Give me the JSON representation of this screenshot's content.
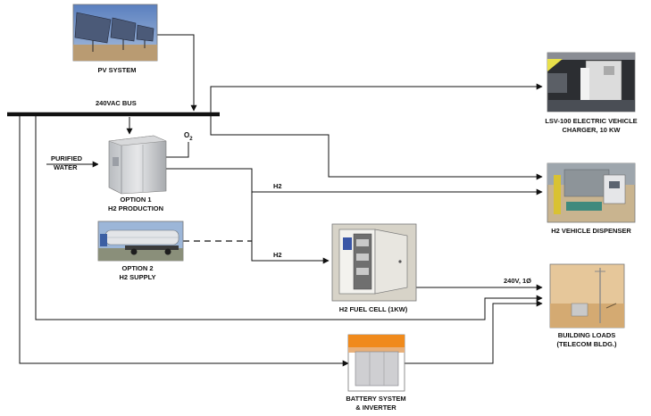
{
  "labels": {
    "pv_system": "PV SYSTEM",
    "bus": "240VAC BUS",
    "purified_water_1": "PURIFIED",
    "purified_water_2": "WATER",
    "o2": "O",
    "o2_sub": "2",
    "option1_line1": "OPTION 1",
    "option1_line2": "H2 PRODUCTION",
    "option2_line1": "OPTION 2",
    "option2_line2": "H2 SUPPLY",
    "h2_top": "H2",
    "h2_mid": "H2",
    "fuel_cell": "H2 FUEL CELL (1KW)",
    "ev_charger_line1": "LSV-100 ELECTRIC VEHICLE",
    "ev_charger_line2": "CHARGER, 10 KW",
    "h2_dispenser": "H2 VEHICLE DISPENSER",
    "power_spec": "240V, 1Ø",
    "building_loads_line1": "BUILDING LOADS",
    "building_loads_line2": "(TELECOM BLDG.)",
    "battery_line1": "BATTERY SYSTEM",
    "battery_line2": "& INVERTER"
  },
  "colors": {
    "line": "#111111",
    "sky": "#6d8fc4",
    "desert": "#c9a877",
    "tan_wall": "#e6c79a",
    "orange": "#f08a1c",
    "gray_panel": "#cfcfd2"
  },
  "icons": [
    "pv-array-photo",
    "electrolyzer-photo",
    "tube-trailer-photo",
    "fuel-cell-photo",
    "ev-charger-photo",
    "h2-dispenser-photo",
    "telecom-building-photo",
    "battery-cabinet-photo"
  ]
}
